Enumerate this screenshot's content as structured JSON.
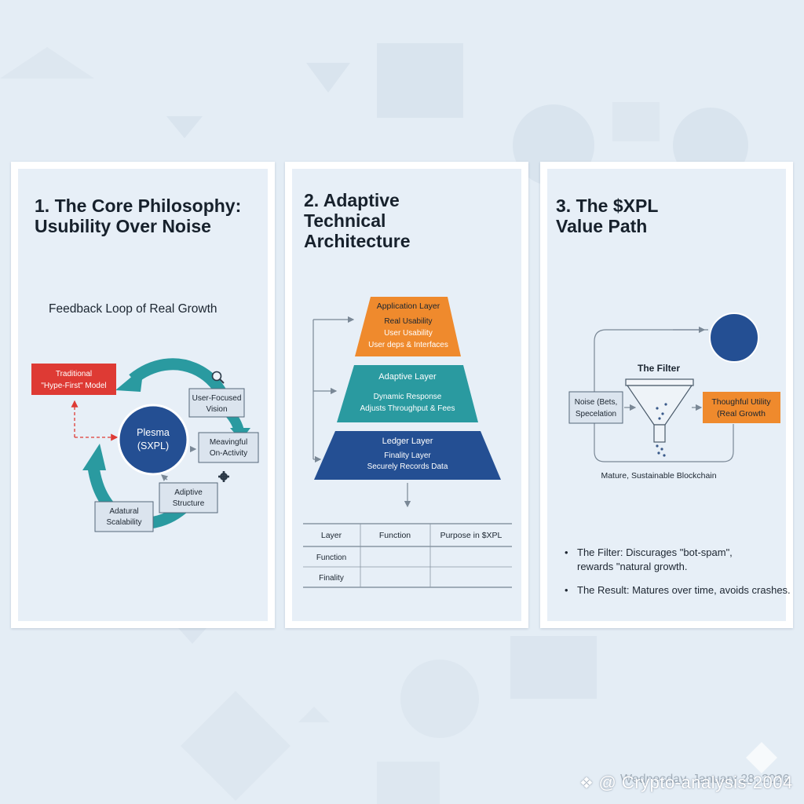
{
  "colors": {
    "background": "#e4edf5",
    "teal": "#2a9aa0",
    "orange": "#ef8a2d",
    "navy": "#244f93",
    "red": "#de3a34"
  },
  "panel1": {
    "title_line1": "1. The Core Philosophy:",
    "title_line2": "Usubility Over Noise",
    "subtitle": "Feedback Loop of Real Growth",
    "traditional_line1": "Traditional",
    "traditional_line2": "\"Hype-First\" Model",
    "center_line1": "Plesma",
    "center_line2": "(SXPL)",
    "user_line1": "User-Focused",
    "user_line2": "Vision",
    "meaningful_line1": "Meavingful",
    "meaningful_line2": "On-Activity",
    "adaptive_line1": "Adiptive",
    "adaptive_line2": "Structure",
    "natural_line1": "Adatural",
    "natural_line2": "Scalability",
    "icons": [
      "magnifier-icon",
      "gear-icon"
    ]
  },
  "panel2": {
    "title_line1": "2. Adaptive",
    "title_line2": "Technical",
    "title_line3": "Architecture",
    "app_layer": {
      "title": "Application Layer",
      "line1": "Real Usability",
      "line2": "User Usability",
      "line3": "User deps & Interfaces"
    },
    "adaptive_layer": {
      "title": "Adaptive Layer",
      "line1": "Dynamic Response",
      "line2": "Adjusts Throughput & Fees"
    },
    "ledger_layer": {
      "title": "Ledger Layer",
      "line1": "Finality Layer",
      "line2": "Securely Records Data"
    },
    "table": {
      "headers": [
        "Layer",
        "Function",
        "Purpose in $XPL"
      ],
      "rows": [
        [
          "Function",
          "",
          ""
        ],
        [
          "Finality",
          "",
          ""
        ]
      ]
    }
  },
  "panel3": {
    "title_line1": "3. The $XPL",
    "title_line2": "Value Path",
    "filter_label": "The Filter",
    "noise_line1": "Noise (Bets,",
    "noise_line2": "Specelation",
    "utility_line1": "Thoughful Utility",
    "utility_line2": "(Real Growth",
    "caption": "Mature, Sustainable Blockchain",
    "bullet1_line1": "The Filter: Discurages \"bot-spam\",",
    "bullet1_line2": "rewards \"natural growth.",
    "bullet2": "The Result: Matures over time, avoids crashes."
  },
  "watermark": {
    "handle": "@ Crypto-analysis-2004",
    "date": "Wednesday, January 28, 2026"
  }
}
